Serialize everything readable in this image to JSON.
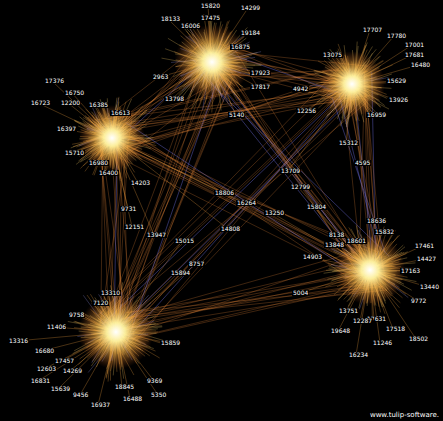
{
  "diagram": {
    "labels": [
      "15820",
      "14299",
      "18133",
      "17475",
      "16006",
      "19184",
      "16875",
      "17923",
      "2963",
      "13798",
      "17817",
      "5140",
      "17707",
      "17780",
      "17001",
      "17681",
      "13075",
      "16480",
      "15629",
      "13926",
      "16959",
      "15312",
      "4595",
      "4942",
      "12256",
      "17376",
      "16750",
      "16723",
      "12200",
      "16613",
      "16385",
      "16397",
      "16980",
      "16400",
      "15710",
      "9731",
      "12151",
      "14203",
      "18806",
      "13709",
      "13250",
      "15804",
      "16264",
      "13947",
      "15015",
      "14808",
      "15894",
      "8757",
      "5004",
      "8138",
      "12799",
      "13310",
      "7120",
      "9758",
      "11406",
      "16680",
      "17457",
      "14269",
      "12603",
      "16831",
      "15639",
      "9456",
      "16488",
      "16937",
      "18845",
      "5350",
      "9369",
      "15859",
      "13316",
      "18636",
      "15832",
      "18601",
      "17461",
      "14427",
      "17163",
      "13440",
      "9772",
      "18502",
      "17518",
      "17631",
      "11246",
      "16234",
      "12287",
      "19648",
      "13751",
      "14903",
      "13848",
      "www.tulip-software."
    ]
  }
}
